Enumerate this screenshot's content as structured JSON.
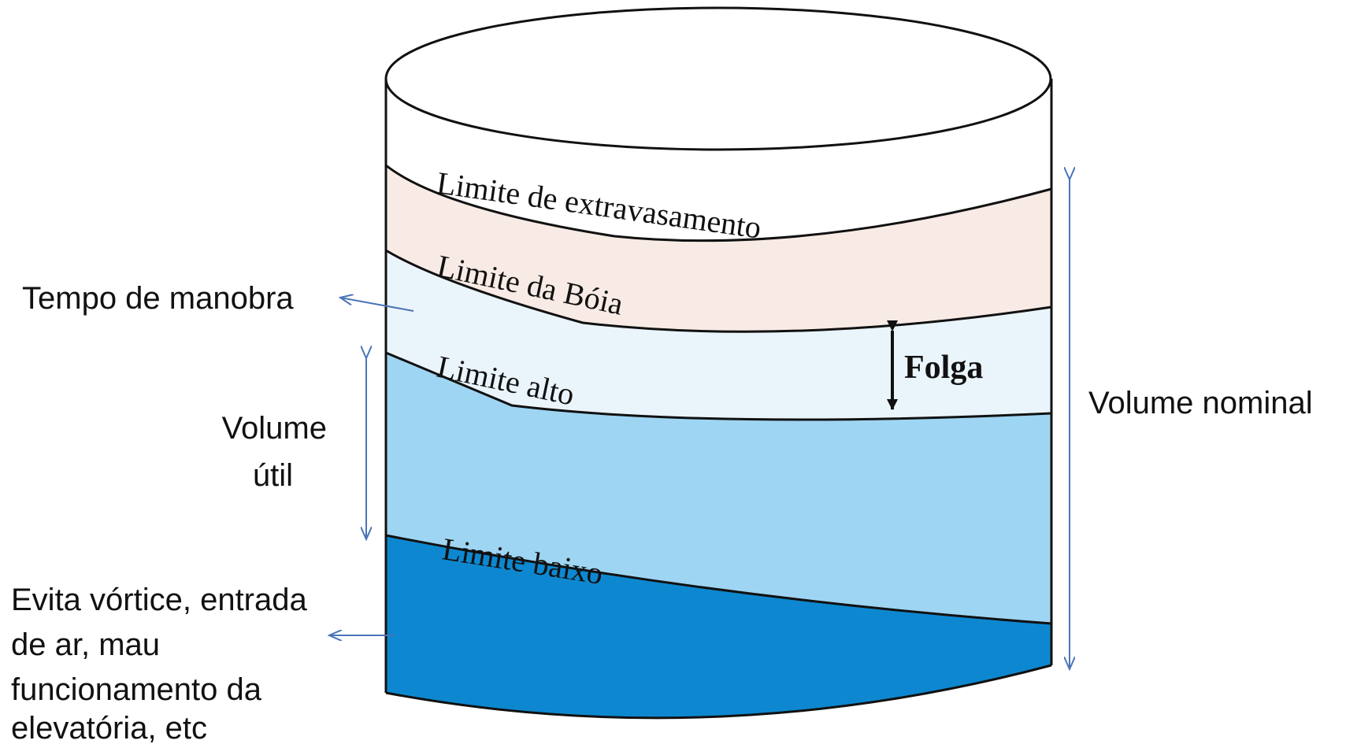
{
  "tank": {
    "levels": {
      "overflow": "Limite de extravasamento",
      "float": "Limite da Bóia",
      "high": "Limite alto",
      "low": "Limite baixo"
    },
    "gap_label": "Folga"
  },
  "annotations": {
    "maneuver_time": "Tempo de manobra",
    "useful_volume_line1": "Volume",
    "useful_volume_line2": "útil",
    "nominal_volume": "Volume nominal",
    "bottom_note_lines": [
      "Evita vórtice, entrada",
      "de ar, mau",
      "funcionamento da",
      "elevatória, etc"
    ]
  },
  "colors": {
    "overflow_band": "#f8ebe5",
    "float_band": "#eaf4fb",
    "useful_band": "#9ed5f2",
    "bottom_band": "#0d88d0",
    "annotation_arrow": "#4a74b8",
    "outline": "#111111"
  },
  "icons": {
    "gap_arrow": "double-headed-arrow",
    "volume_arrows": "double-headed-arrow",
    "pointer_arrows": "left-arrow"
  }
}
